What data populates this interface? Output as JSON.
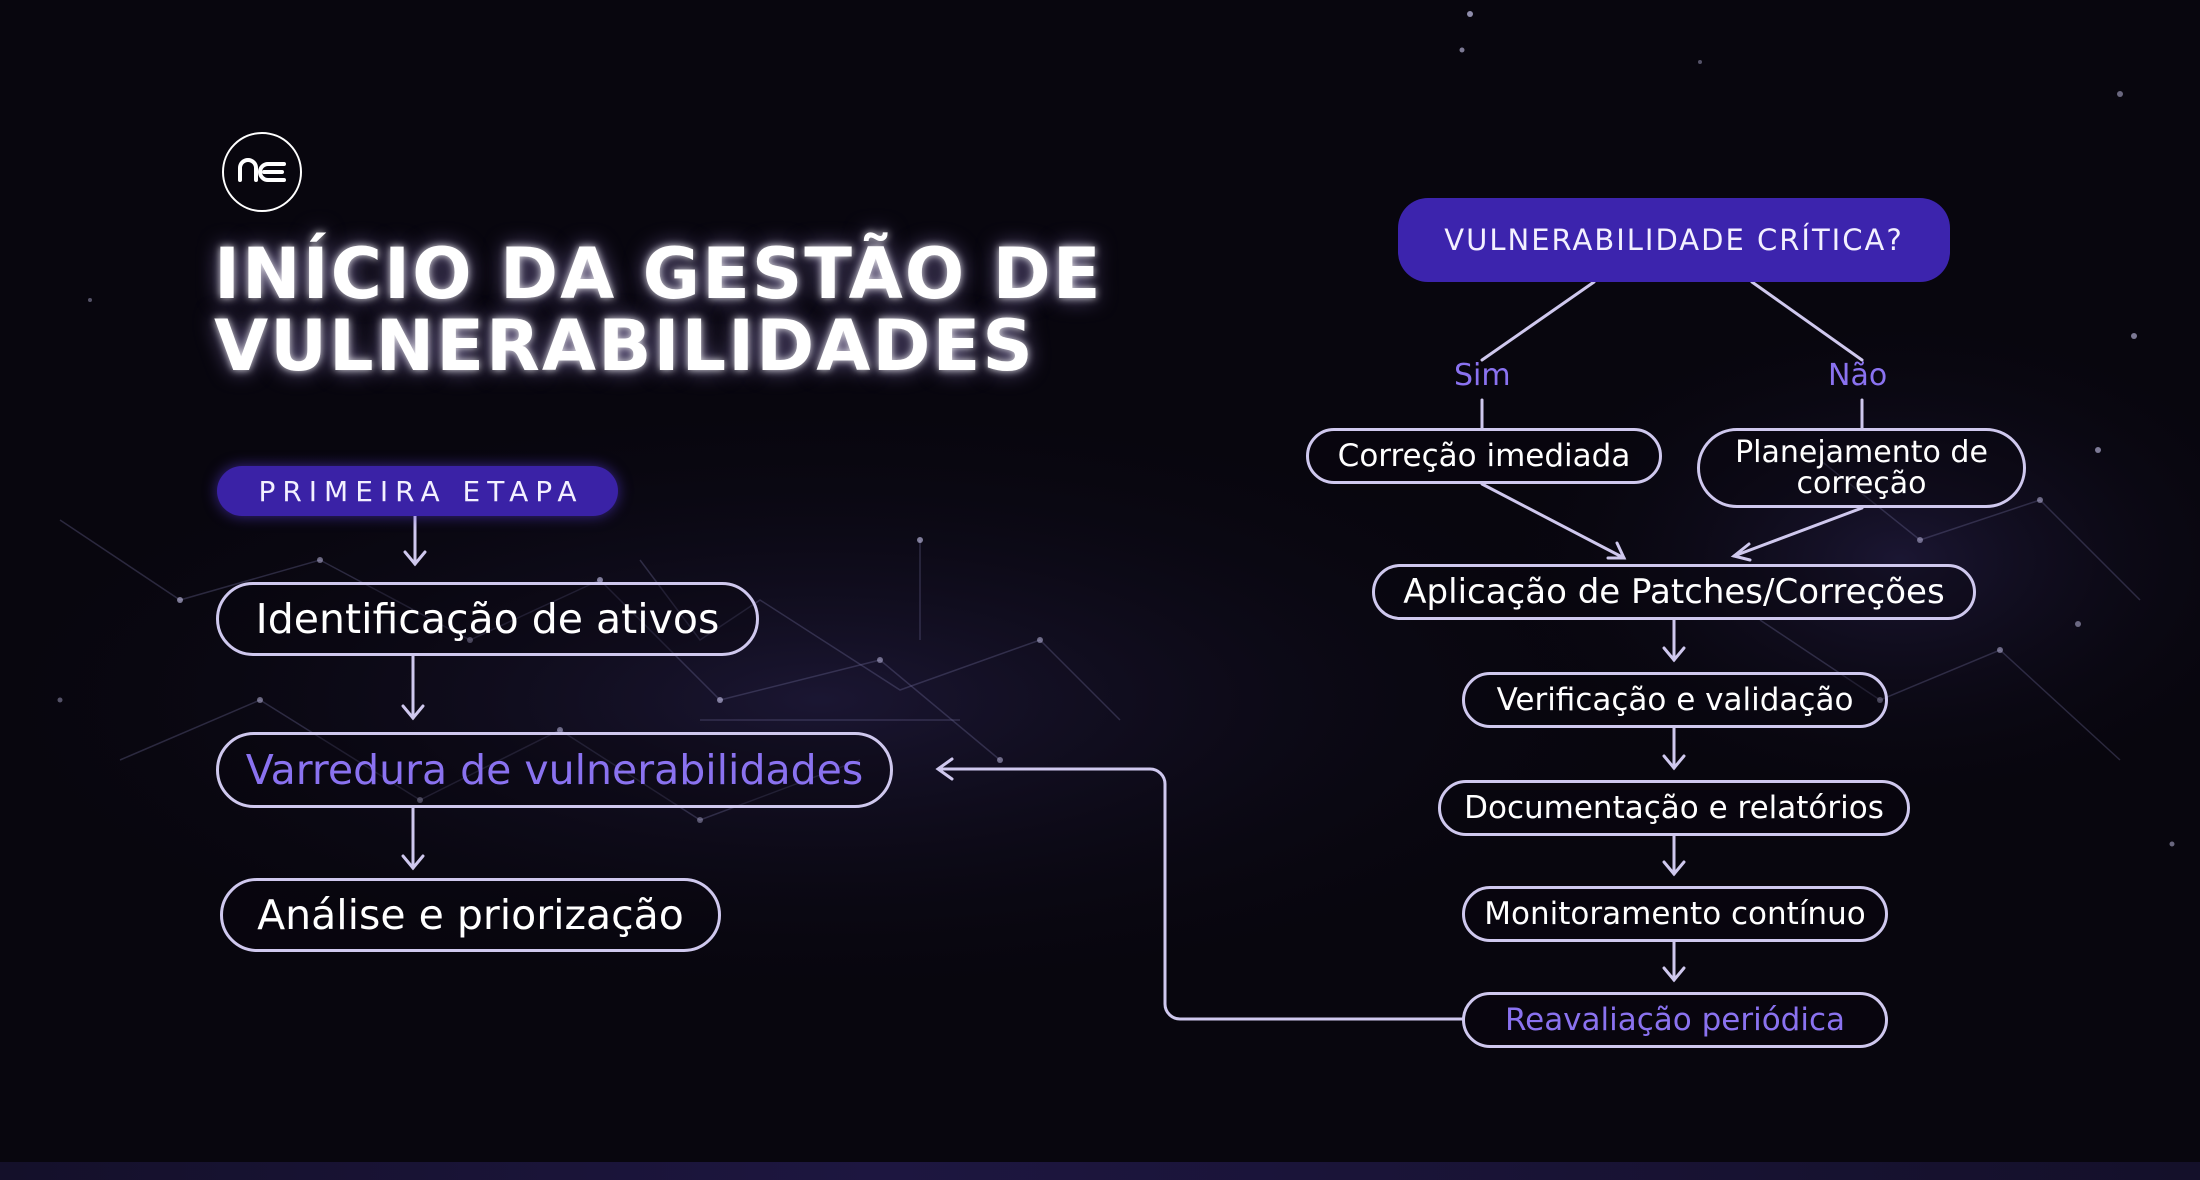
{
  "brand": {
    "logo_text": "ne"
  },
  "title": {
    "line1": "INÍCIO DA GESTÃO DE",
    "line2": "VULNERABILIDADES"
  },
  "stage_badge": "PRIMEIRA ETAPA",
  "left_flow": [
    "Identificação de ativos",
    "Varredura de vulnerabilidades",
    "Análise e priorização"
  ],
  "decision": {
    "question": "VULNERABILIDADE CRÍTICA?",
    "yes_label": "Sim",
    "no_label": "Não",
    "yes_action": "Correção imediada",
    "no_action_line1": "Planejamento de",
    "no_action_line2": "correção"
  },
  "right_flow": [
    "Aplicação de Patches/Correções",
    "Verificação e validação",
    "Documentação e relatórios",
    "Monitoramento contínuo",
    "Reavaliação periódica"
  ],
  "colors": {
    "background": "#08060e",
    "accent_purple": "#8a72f0",
    "badge_purple": "#3a22a6",
    "connector": "#cfc8ee",
    "text": "#ffffff"
  }
}
